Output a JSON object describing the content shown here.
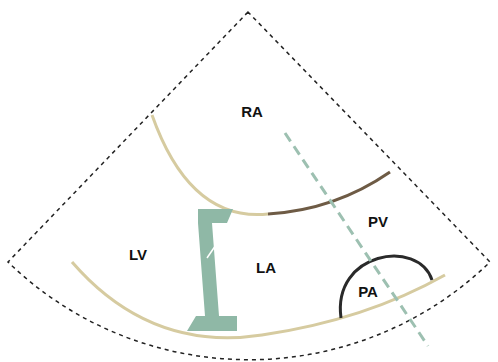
{
  "diagram": {
    "labels": [
      "RA",
      "PV",
      "LV",
      "LA",
      "PA"
    ]
  }
}
